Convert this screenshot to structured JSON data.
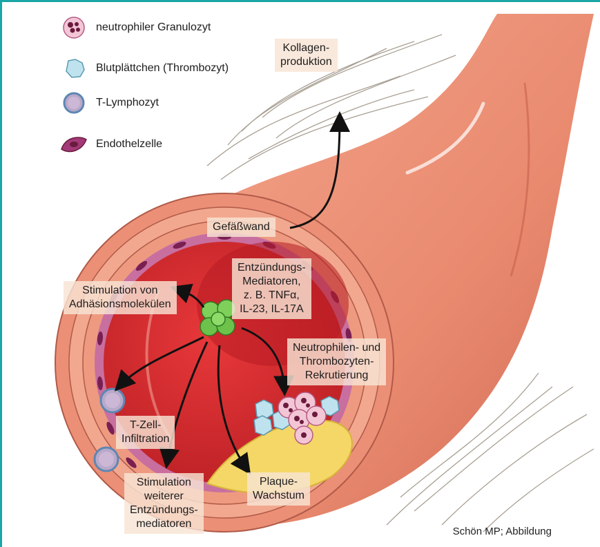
{
  "legend": [
    {
      "text": "neutrophiler Granulozyt",
      "icon": "neutrophil-icon"
    },
    {
      "text": "Blutplättchen (Thrombozyt)",
      "icon": "platelet-icon"
    },
    {
      "text": "T-Lymphozyt",
      "icon": "t-lymphocyte-icon"
    },
    {
      "text": "Endothelzelle",
      "icon": "endothelial-cell-icon"
    }
  ],
  "labels": {
    "kollagen": [
      "Kollagen-",
      "produktion"
    ],
    "gefaesswand": [
      "Gefäßwand"
    ],
    "mediatoren": [
      "Entzündungs-",
      "Mediatoren,",
      "z. B. TNFα,",
      "IL-23, IL-17A"
    ],
    "adhaesion": [
      "Stimulation von",
      "Adhäsionsmolekülen"
    ],
    "rekrutierung": [
      "Neutrophilen- und",
      "Thrombozyten-",
      "Rekrutierung"
    ],
    "tzell": [
      "T-Zell-",
      "Infiltration"
    ],
    "plaque": [
      "Plaque-",
      "Wachstum"
    ],
    "stimulation": [
      "Stimulation",
      "weiterer",
      "Entzündungs-",
      "mediatoren"
    ]
  },
  "credit": "Schön MP; Abbildung",
  "colors": {
    "vessel_outer": "#e8826a",
    "vessel_light": "#f4a98f",
    "lumen": "#d9262a",
    "endothelium": "#a23a78",
    "plaque": "#f4d766",
    "cell_cluster": "#6cc24a",
    "label_bg": "#f8e4d4",
    "frame": "#1aa6a6"
  }
}
